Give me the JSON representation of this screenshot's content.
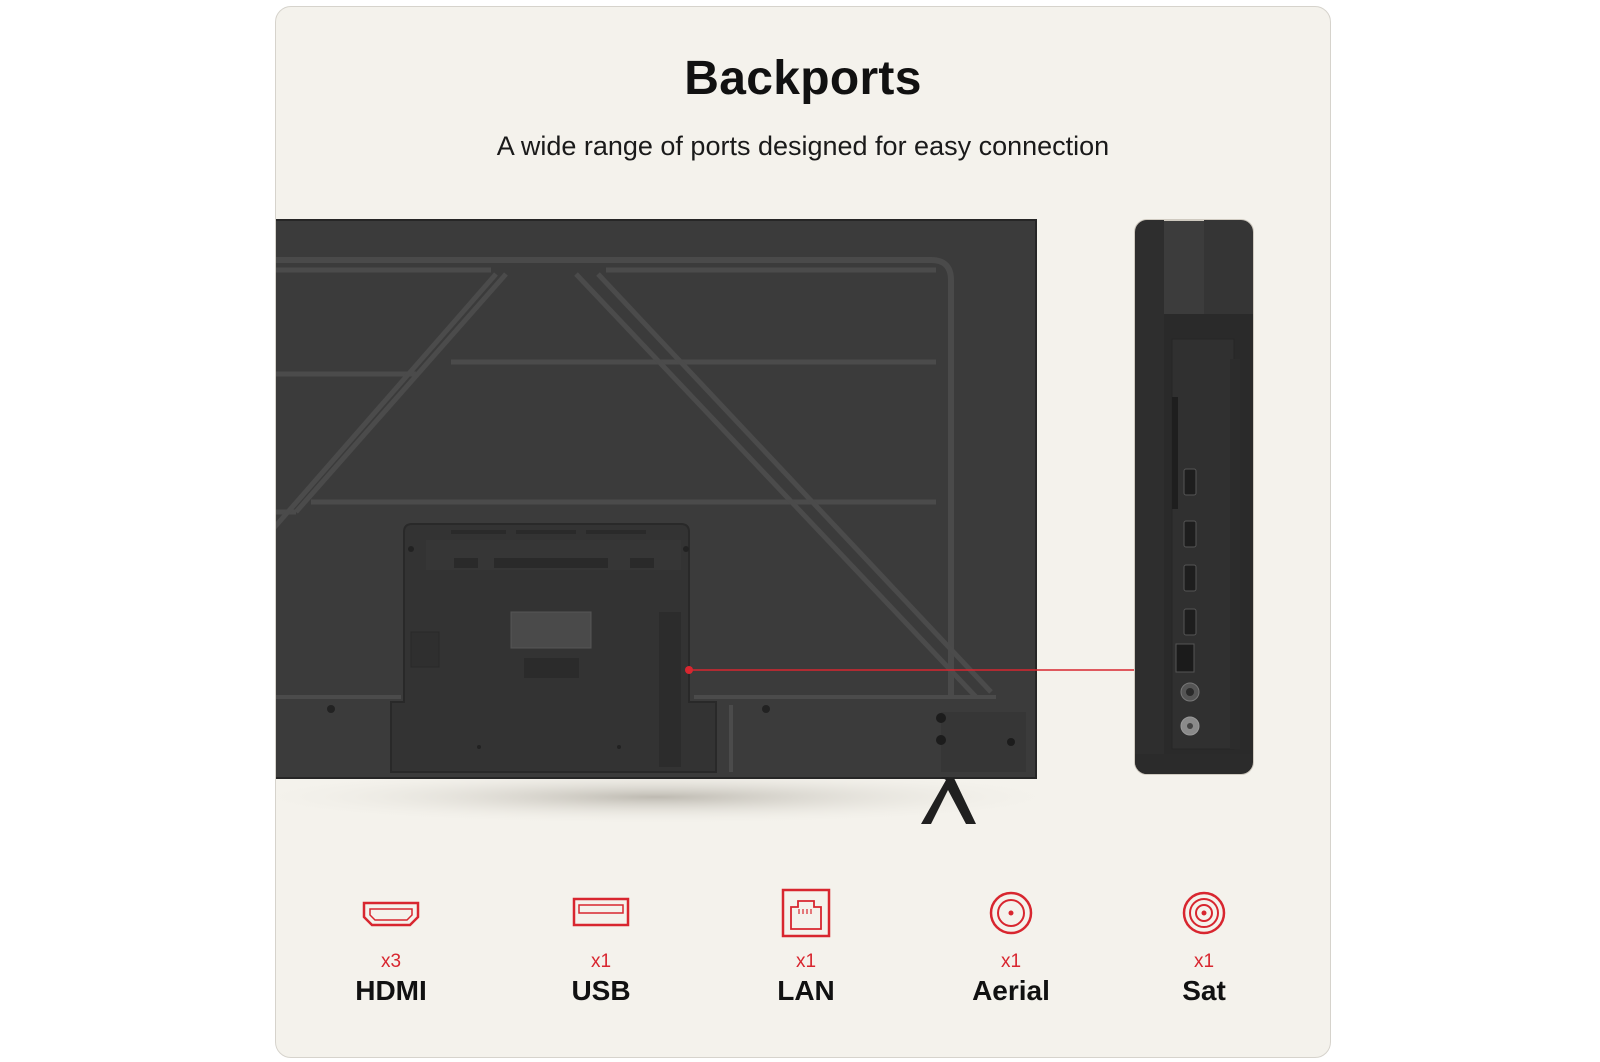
{
  "header": {
    "title": "Backports",
    "subtitle": "A wide range of ports designed for easy connection"
  },
  "colors": {
    "card_background": "#f4f2ec",
    "accent_red": "#d8262f",
    "tv_body": "#3a3a3a"
  },
  "ports": [
    {
      "icon": "hdmi-icon",
      "count": "x3",
      "name": "HDMI"
    },
    {
      "icon": "usb-icon",
      "count": "x1",
      "name": "USB"
    },
    {
      "icon": "lan-icon",
      "count": "x1",
      "name": "LAN"
    },
    {
      "icon": "aerial-icon",
      "count": "x1",
      "name": "Aerial"
    },
    {
      "icon": "sat-icon",
      "count": "x1",
      "name": "Sat"
    }
  ]
}
